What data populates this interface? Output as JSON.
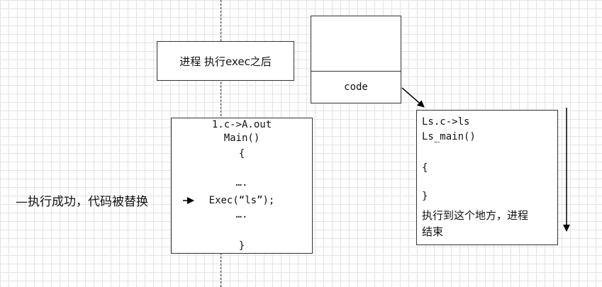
{
  "process_box": {
    "label": "进程 执行exec之后"
  },
  "memory_box": {
    "label": "code"
  },
  "source_box": {
    "lines": [
      "1.c->A.out",
      "Main()",
      "{",
      "….",
      "Exec(“ls”);",
      "….",
      "}"
    ]
  },
  "target_box": {
    "lines": [
      "Ls.c->ls",
      "Ls_main()",
      "{",
      "}",
      "执行到这个地方，进程",
      "结束"
    ]
  },
  "side_label": "—执行成功，代码被替换"
}
